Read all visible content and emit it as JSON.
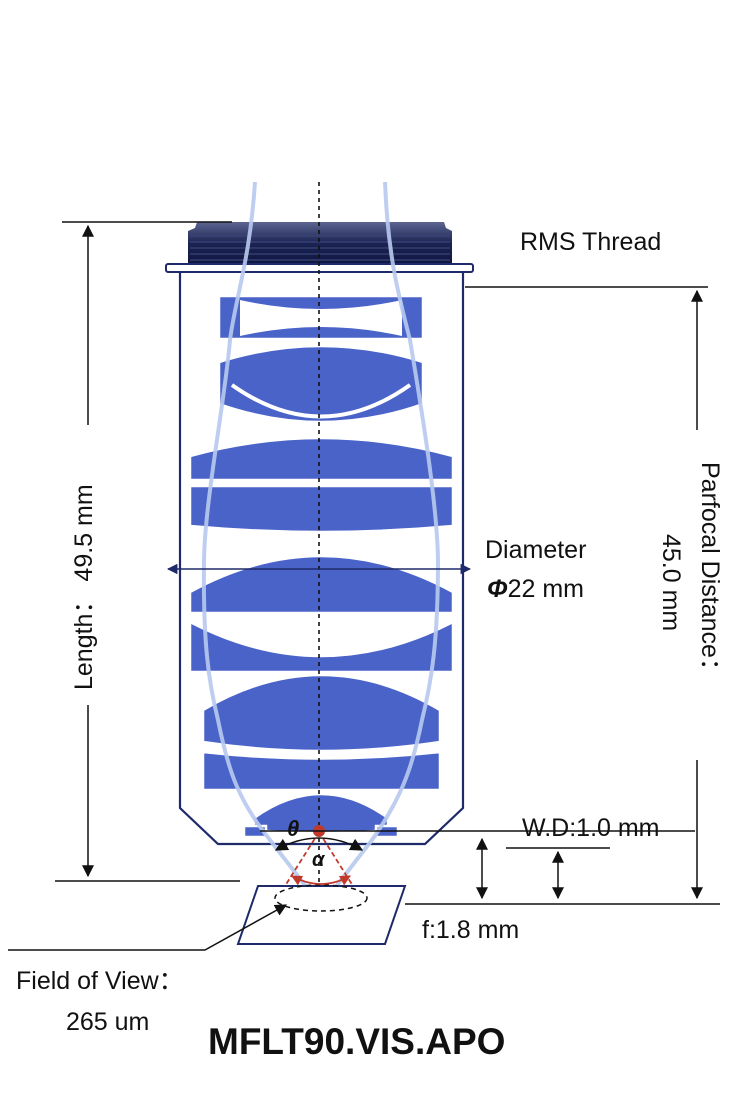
{
  "labels": {
    "rms_thread": "RMS Thread",
    "length": "Length：  49.5 mm",
    "parfocal_line1": "Parfocal Distance：",
    "parfocal_line2": "45.0 mm",
    "diameter_line1": "Diameter",
    "diameter_symbol": "Φ",
    "diameter_value": "22 mm",
    "working_distance": "W.D:1.0 mm",
    "focal_length": "f:1.8 mm",
    "fov_line1": "Field of View：",
    "fov_line2": "265 um",
    "theta": "θ",
    "alpha": "α",
    "model": "MFLT90.VIS.APO"
  },
  "colors": {
    "lens_blue": "#4a63c9",
    "housing_navy": "#1f2a6b",
    "ray_light_blue": "#b8c9ee",
    "marker_red": "#c0392b"
  }
}
